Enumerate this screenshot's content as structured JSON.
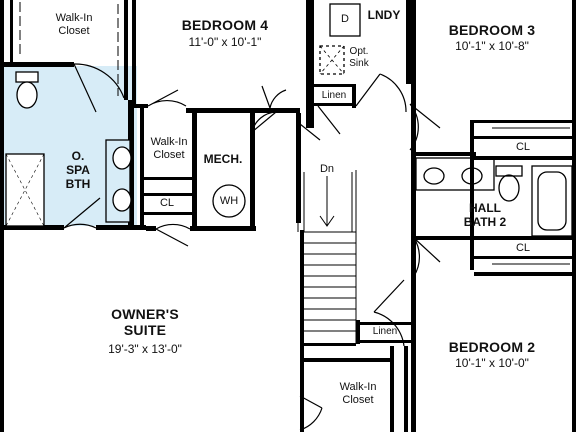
{
  "rooms": {
    "bedroom4": {
      "name": "BEDROOM 4",
      "dims": "11'-0\" x 10'-1\""
    },
    "bedroom3": {
      "name": "BEDROOM 3",
      "dims": "10'-1\" x 10'-8\""
    },
    "bedroom2": {
      "name": "BEDROOM 2",
      "dims": "10'-1\" x 10'-0\""
    },
    "owners_suite": {
      "name_line1": "OWNER'S",
      "name_line2": "SUITE",
      "dims": "19'-3\" x 13'-0\""
    },
    "spa_bath": {
      "line1": "O.",
      "line2": "SPA",
      "line3": "BTH"
    },
    "hall_bath": {
      "line1": "HALL",
      "line2": "BATH 2"
    },
    "mech": {
      "name": "MECH."
    },
    "laundry": {
      "name": "LNDY",
      "dryer": "D",
      "opt_sink_line1": "Opt.",
      "opt_sink_line2": "Sink"
    }
  },
  "closets": {
    "walkin_top_line1": "Walk-In",
    "walkin_top_line2": "Closet",
    "walkin_mid_line1": "Walk-In",
    "walkin_mid_line2": "Closet",
    "walkin_bottom_line1": "Walk-In",
    "walkin_bottom_line2": "Closet",
    "cl_mid": "CL",
    "cl_right_top": "CL",
    "cl_right_bottom": "CL",
    "linen_top": "Linen",
    "linen_bottom": "Linen"
  },
  "fixtures": {
    "water_heater": "WH",
    "stairs_down": "Dn"
  },
  "colors": {
    "wall": "#000000",
    "bath_fill": "#d7ecf7",
    "background": "#ffffff"
  }
}
